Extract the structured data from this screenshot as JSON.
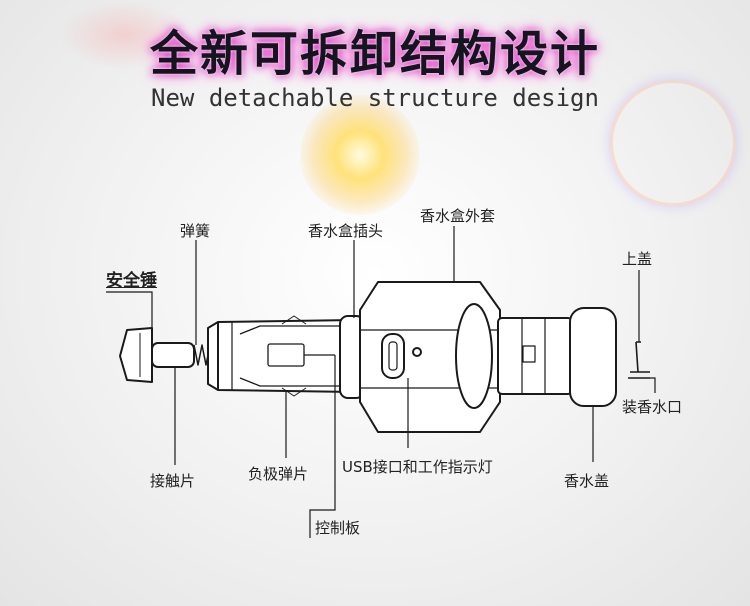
{
  "title": {
    "cn": "全新可拆卸结构设计",
    "en": "New detachable structure design"
  },
  "labels": {
    "safety_hammer": "安全锤",
    "spring": "弹簧",
    "perfume_plug": "香水盒插头",
    "perfume_shell": "香水盒外套",
    "top_cover": "上盖",
    "refill_port": "装香水口",
    "contact": "接触片",
    "neg_spring": "负极弹片",
    "usb_light": "USB接口和工作指示灯",
    "perfume_cap": "香水盖",
    "control_board": "控制板"
  },
  "colors": {
    "title_glow": "#d21db8",
    "line": "#1a1a1a",
    "body_fill": "#ffffff"
  }
}
